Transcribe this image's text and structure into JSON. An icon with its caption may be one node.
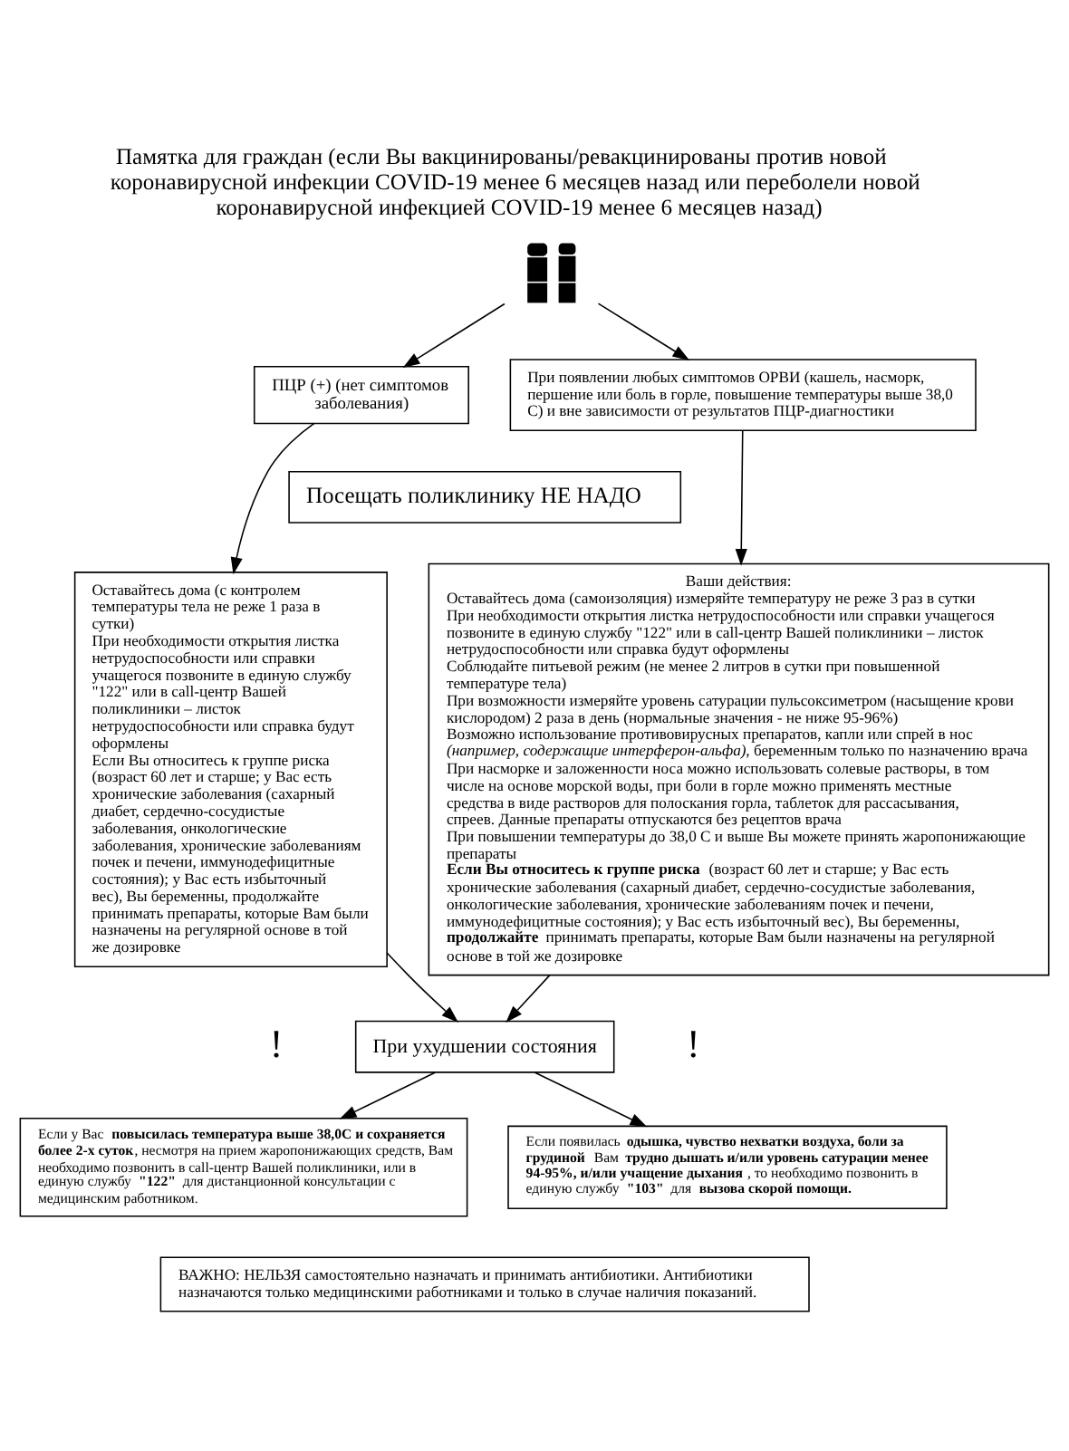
{
  "diagram": {
    "title": "Памятка для граждан (если Вы вакцинированы/ревакцинированы против новой коронавирусной инфекции COVID-19 менее 6 месяцев назад или переболели новой коронавирусной инфекцией COVID-19 менее 6 месяцев назад)",
    "nodes": [
      {
        "text": [],
        "shape": "person"
      },
      {
        "text": [
          "ПЦР (+) (нет симптомов заболевания)"
        ]
      },
      {
        "text": [
          "При появлении любых симптомов ОРВИ (кашель, насморк, першение или боль в горле, повышение температуры выше 38,0 С) и вне зависимости от результатов ПЦР-диагностики"
        ]
      },
      {
        "text": [
          "Посещать поликлинику НЕ НАДО"
        ]
      },
      {
        "text": [
          "Оставайтесь дома (с контролем температуры тела не реже 1 раза в сутки)",
          "При необходимости открытия листка нетрудоспособности или справки учащегося позвоните в единую службу \"122\" или в call-центр Вашей поликлиники – листок нетрудоспособности или справка будут оформлены",
          "Если Вы относитесь к группе риска (возраст 60 лет и старше; у Вас есть хронические заболевания (сахарный диабет, сердечно-сосудистые заболевания, онкологические заболевания, хронические заболеваниям почек и печени, иммунодефицитные состояния); у Вас есть избыточный вес), Вы беременны, продолжайте принимать препараты, которые Вам были назначены на регулярной основе в той же дозировке"
        ]
      },
      {
        "text": [
          "Ваши действия:",
          "Оставайтесь дома (самоизоляция) измеряйте температуру не реже 3 раз в сутки",
          "При необходимости открытия листка нетрудоспособности или справки учащегося позвоните в единую службу \"122\" или в call-центр Вашей поликлиники – листок нетрудоспособности или справка будут оформлены",
          "Соблюдайте питьевой режим (не менее 2 литров в сутки при повышенной температуре тела)",
          "При возможности измеряйте уровень сатурации пульсоксиметром (насыщение крови кислородом) 2 раза в день (нормальные значения - не ниже 95-96%)",
          "Возможно использование противовирусных препаратов, капли или спрей в нос *(например, содержащие интерферон-альфа)*, беременным только по назначению врача",
          "При насморке и заложенности носа можно использовать солевые растворы, в том числе на основе морской воды, при боли в горле можно применять местные средства в виде растворов для полоскания горла, таблеток для рассасывания, спреев. Данные препараты отпускаются без рецептов врача",
          "При повышении температуры до 38,0 С и выше Вы можете принять жаропонижающие препараты",
          "**Если Вы относитесь к группе риска** (возраст 60 лет и старше; у Вас есть хронические заболевания (сахарный диабет, сердечно-сосудистые заболевания, онкологические заболевания, хронические заболеваниям почек и печени, иммунодефицитные состояния); у Вас есть избыточный вес), Вы беременны, **продолжайте** принимать препараты, которые Вам были назначены на регулярной основе в той же дозировке"
        ]
      },
      {
        "text": [
          "При ухудшении состояния"
        ]
      },
      {
        "text": [
          "Если у Вас **повысилась температура выше 38,0С и сохраняется более 2-х суток**, несмотря на прием жаропонижающих средств, Вам необходимо позвонить в call-центр Вашей поликлиники, или в единую службу **\"122\"** для дистанционной консультации с медицинским работником."
        ]
      },
      {
        "text": [
          "Если появилась **одышка, чувство нехватки воздуха, боли за грудиной** Вам **трудно дышать и/или уровень сатурации менее 94-95%, и/или учащение дыхания**, то необходимо позвонить в единую службу **\"103\"** для **вызова скорой помощи.**"
        ]
      },
      {
        "text": [
          "ВАЖНО: НЕЛЬЗЯ самостоятельно назначать и принимать антибиотики. Антибиотики назначаются только медицинскими работниками и только в случае наличия показаний."
        ]
      }
    ],
    "edges": [
      {
        "from": 0,
        "to": 1,
        "arrow": "to"
      },
      {
        "from": 0,
        "to": 2,
        "arrow": "to"
      },
      {
        "from": 1,
        "to": 4,
        "arrow": "to"
      },
      {
        "from": 2,
        "to": 5,
        "arrow": "to"
      },
      {
        "from": 4,
        "to": 6,
        "arrow": "to"
      },
      {
        "from": 5,
        "to": 6,
        "arrow": "to"
      },
      {
        "from": 6,
        "to": 7,
        "arrow": "to"
      },
      {
        "from": 6,
        "to": 8,
        "arrow": "to"
      }
    ],
    "labels": [
      "!",
      "!"
    ]
  }
}
